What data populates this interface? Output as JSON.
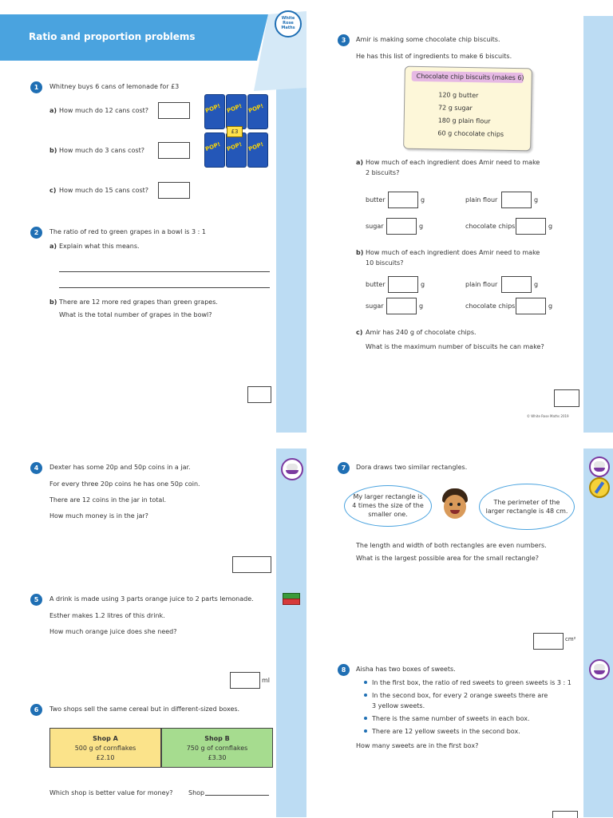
{
  "header": {
    "title": "Ratio and proportion problems"
  },
  "logo": {
    "line1": "White",
    "line2": "Rose",
    "line3": "Maths"
  },
  "q1": {
    "num": "1",
    "text": "Whitney buys 6 cans of lemonade for £3",
    "a": "a)",
    "a_text": "How much do 12 cans cost?",
    "b": "b)",
    "b_text": "How much do 3 cans cost?",
    "c": "c)",
    "c_text": "How much do 15 cans cost?",
    "can_label": "POP!",
    "price_tag": "£3"
  },
  "q2": {
    "num": "2",
    "text": "The ratio of red to green grapes in a bowl is 3 : 1",
    "a": "a)",
    "a_text": "Explain what this means.",
    "b": "b)",
    "b_text": "There are 12 more red grapes than green grapes.",
    "b_text2": "What is the total number of grapes in the bowl?"
  },
  "q3": {
    "num": "3",
    "text": "Amir is making some chocolate chip biscuits.",
    "text2": "He has this list of ingredients to make 6 biscuits.",
    "recipe_title": "Chocolate chip biscuits",
    "recipe_sub": "(makes 6)",
    "ingredients": [
      "120 g butter",
      "72 g sugar",
      "180 g plain flour",
      "60 g chocolate chips"
    ],
    "a": "a)",
    "a_text": "How much of each ingredient does Amir need to make",
    "a_text2": "2 biscuits?",
    "b": "b)",
    "b_text": "How much of each ingredient does Amir need to make",
    "b_text2": "10 biscuits?",
    "c": "c)",
    "c_text": "Amir has 240 g of chocolate chips.",
    "c_text2": "What is the maximum number of biscuits he can make?",
    "labels": {
      "butter": "butter",
      "sugar": "sugar",
      "flour": "plain flour",
      "chips": "chocolate chips",
      "unit": "g"
    }
  },
  "footer_copyright": "© White Rose Maths 2019",
  "q4": {
    "num": "4",
    "lines": [
      "Dexter has some 20p and 50p coins in a jar.",
      "For every three 20p coins he has one 50p coin.",
      "There are 12 coins in the jar in total.",
      "How much money is in the jar?"
    ]
  },
  "q5": {
    "num": "5",
    "lines": [
      "A drink is made using 3 parts orange juice to 2 parts lemonade.",
      "Esther makes 1.2 litres of this drink.",
      "How much orange juice does she need?"
    ],
    "unit": "ml"
  },
  "q6": {
    "num": "6",
    "text": "Two shops sell the same cereal but in different-sized boxes.",
    "shopA": {
      "name": "Shop A",
      "item": "500 g of cornflakes",
      "price": "£2.10",
      "color": "#fbe38a"
    },
    "shopB": {
      "name": "Shop B",
      "item": "750 g of cornflakes",
      "price": "£3.30",
      "color": "#a6dc8f"
    },
    "question": "Which shop is better value for money?",
    "answer_label": "Shop"
  },
  "q7": {
    "num": "7",
    "text": "Dora draws two similar rectangles.",
    "bubble_left": [
      "My larger rectangle is",
      "4 times the size of the",
      "smaller one."
    ],
    "bubble_right": [
      "The perimeter of the",
      "larger rectangle is 48 cm."
    ],
    "lines": [
      "The length and width of both rectangles are even numbers.",
      "What is the largest possible area for the small rectangle?"
    ],
    "unit": "cm²"
  },
  "q8": {
    "num": "8",
    "text": "Aisha has two boxes of sweets.",
    "bullets": [
      "In the first box, the ratio of red sweets to green sweets is 3 : 1",
      "In the second box, for every 2 orange sweets there are",
      "There is the same number of sweets in each box.",
      "There are 12 yellow sweets in the second box."
    ],
    "bullet2_cont": "3 yellow sweets.",
    "question": "How many sweets are in the first box?"
  },
  "colors": {
    "accent": "#1f6fb4",
    "header": "#4aa3df",
    "strip": "#bcdcf3"
  }
}
